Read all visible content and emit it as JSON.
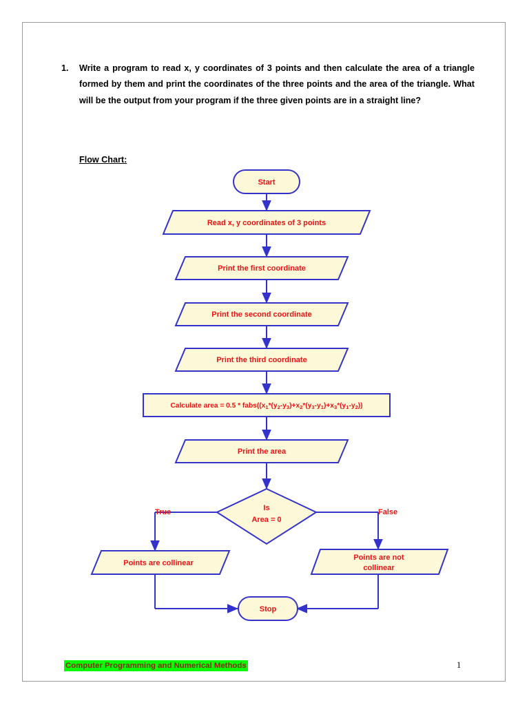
{
  "document": {
    "question_number": "1.",
    "question_text": "Write a program to read x, y coordinates of 3 points and then calculate the area of a triangle formed by them and print the coordinates of the three points and the area of the triangle. What will be the output from your program if the three given points are in a straight line?",
    "flowchart_label": "Flow Chart:"
  },
  "flowchart": {
    "colors": {
      "shape_fill": "#fcf8d8",
      "shape_border": "#3333cc",
      "text": "#ee1111",
      "connector": "#3333cc"
    },
    "nodes": {
      "start": "Start",
      "read_input": "Read x, y coordinates of 3 points",
      "print_first": "Print the first coordinate",
      "print_second": "Print the second coordinate",
      "print_third": "Print the third coordinate",
      "calculate_area_prefix": "Calculate area = 0.5 * fabs((x",
      "formula_full": "Calculate area = 0.5 * fabs((x1*(y2-y3)+x2*(y3-y1)+x3*(y1-y2))",
      "print_area": "Print the area",
      "decision_line1": "Is",
      "decision_line2": "Area = 0",
      "collinear": "Points are collinear",
      "not_collinear_line1": "Points are not",
      "not_collinear_line2": "collinear",
      "stop": "Stop"
    },
    "branch_labels": {
      "true": "True",
      "false": "False"
    },
    "formula_tokens": {
      "t1": "Calculate area = 0.5 * fabs((x",
      "s1": "1",
      "t2": "*(y",
      "s2": "2",
      "t3": "-y",
      "s3": "3",
      "t4": ")+x",
      "s4": "2",
      "t5": "*(y",
      "s5": "3",
      "t6": "-y",
      "s6": "1",
      "t7": ")+x",
      "s7": "3",
      "t8": "*(y",
      "s8": "1",
      "t9": "-y",
      "s9": "2",
      "t10": "))"
    }
  },
  "footer": {
    "title": "Computer Programming and Numerical Methods",
    "page_number": "1"
  }
}
